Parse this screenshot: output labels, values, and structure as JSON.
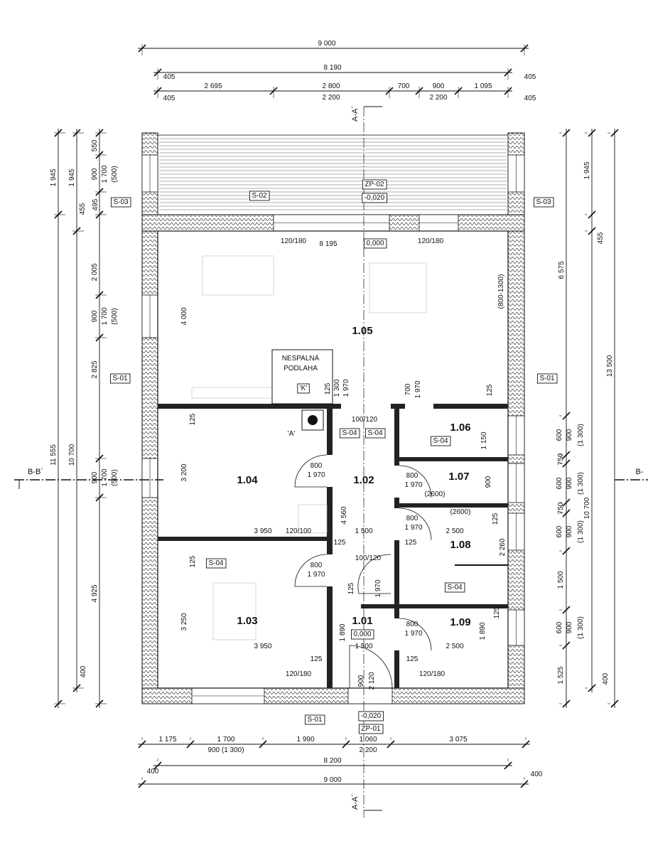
{
  "section_marks": {
    "a_top": "A-A´",
    "a_bottom": "A-A´",
    "b_left": "B-B´",
    "b_right": "B-"
  },
  "rooms": {
    "r105": "1.05",
    "r104": "1.04",
    "r103": "1.03",
    "r102": "1.02",
    "r101": "1.01",
    "r106": "1.06",
    "r107": "1.07",
    "r108": "1.08",
    "r109": "1.09"
  },
  "tags": {
    "s01": "S-01",
    "s02": "S-02",
    "s03": "S-03",
    "s04": "S-04",
    "zp01": "ZP-01",
    "zp02": "ZP-02"
  },
  "levels": {
    "terrace": "-0,020",
    "floor": "0,000",
    "entrance": "-0,020"
  },
  "notes": {
    "nonflam1": "NESPALNÁ",
    "nonflam2": "PODLAHA",
    "k": "'K'",
    "a": "'A'",
    "range": "(800-1300)",
    "h2600": "(2600)"
  },
  "openings": {
    "lintel_120_180": "120/180",
    "lintel_100_120": "100/120",
    "lintel_120_100": "120/100",
    "door_w": "800",
    "door_h": "1 970",
    "door_w700": "700",
    "door_w900": "900",
    "door_h2120": "2 120",
    "h1300": "1 300"
  },
  "dims": {
    "top": [
      "9 000",
      "8 190",
      "405",
      "2 695",
      "2 800",
      "700",
      "900",
      "1 095",
      "2 200"
    ],
    "bottom": [
      "1 175",
      "1 700",
      "1 990",
      "1 060",
      "3 075",
      "900 (1 300)",
      "2 200",
      "400",
      "8 200",
      "9 000"
    ],
    "left": [
      "1 945",
      "11 555",
      "10 700",
      "550",
      "900",
      "1 700",
      "(500)",
      "495",
      "2 005",
      "2 825",
      "4 925",
      "455",
      "400"
    ],
    "right": [
      "6 575",
      "600",
      "900",
      "(1 300)",
      "750",
      "1 500",
      "1 525",
      "1 945",
      "455",
      "10 700",
      "400",
      "13 500"
    ],
    "interior": [
      "8 195",
      "4 000",
      "125",
      "3 200",
      "3 950",
      "1 500",
      "2 500",
      "4 560",
      "1 150",
      "900",
      "2 260",
      "3 250",
      "1 890"
    ]
  }
}
